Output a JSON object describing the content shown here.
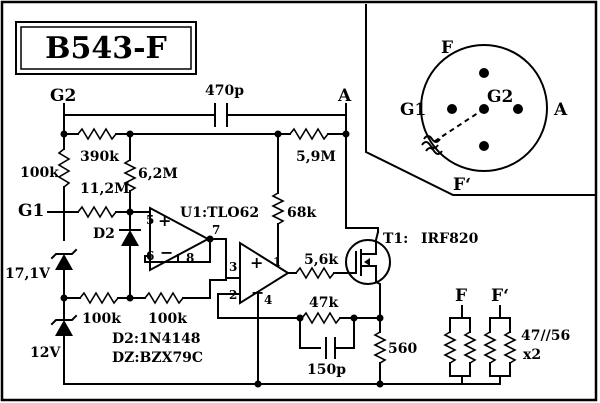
{
  "title": "B543-F",
  "nodes": {
    "g2": "G2",
    "a": "A",
    "g1": "G1"
  },
  "components": {
    "c1": "470p",
    "r_100k_left": "100k",
    "r_390k": "390k",
    "r_6m2": "6,2M",
    "r_5m9": "5,9M",
    "r_11m2": "11,2M",
    "r_68k": "68k",
    "opamp": "U1:TLO62",
    "d2": "D2",
    "z1": "17,1V",
    "z2": "12V",
    "r_100k_a": "100k",
    "r_100k_b": "100k",
    "r_5k6": "5,6k",
    "t1_ref": "T1:",
    "t1_part": "IRF820",
    "r_47k": "47k",
    "c_150p": "150p",
    "r_560": "560",
    "d2_part": "D2:1N4148",
    "dz_part": "DZ:BZX79C",
    "heater_f": "F",
    "heater_f2": "F‘",
    "heater_val": "47//56",
    "heater_mult": "x2"
  },
  "pins": {
    "p5": "5",
    "p6": "6",
    "p7": "7",
    "p8": "8",
    "p3": "3",
    "p2": "2",
    "p1": "1",
    "p4": "4"
  },
  "tube_base": {
    "f": "F",
    "g1": "G1",
    "g2": "G2",
    "a": "A",
    "f2": "F‘"
  }
}
